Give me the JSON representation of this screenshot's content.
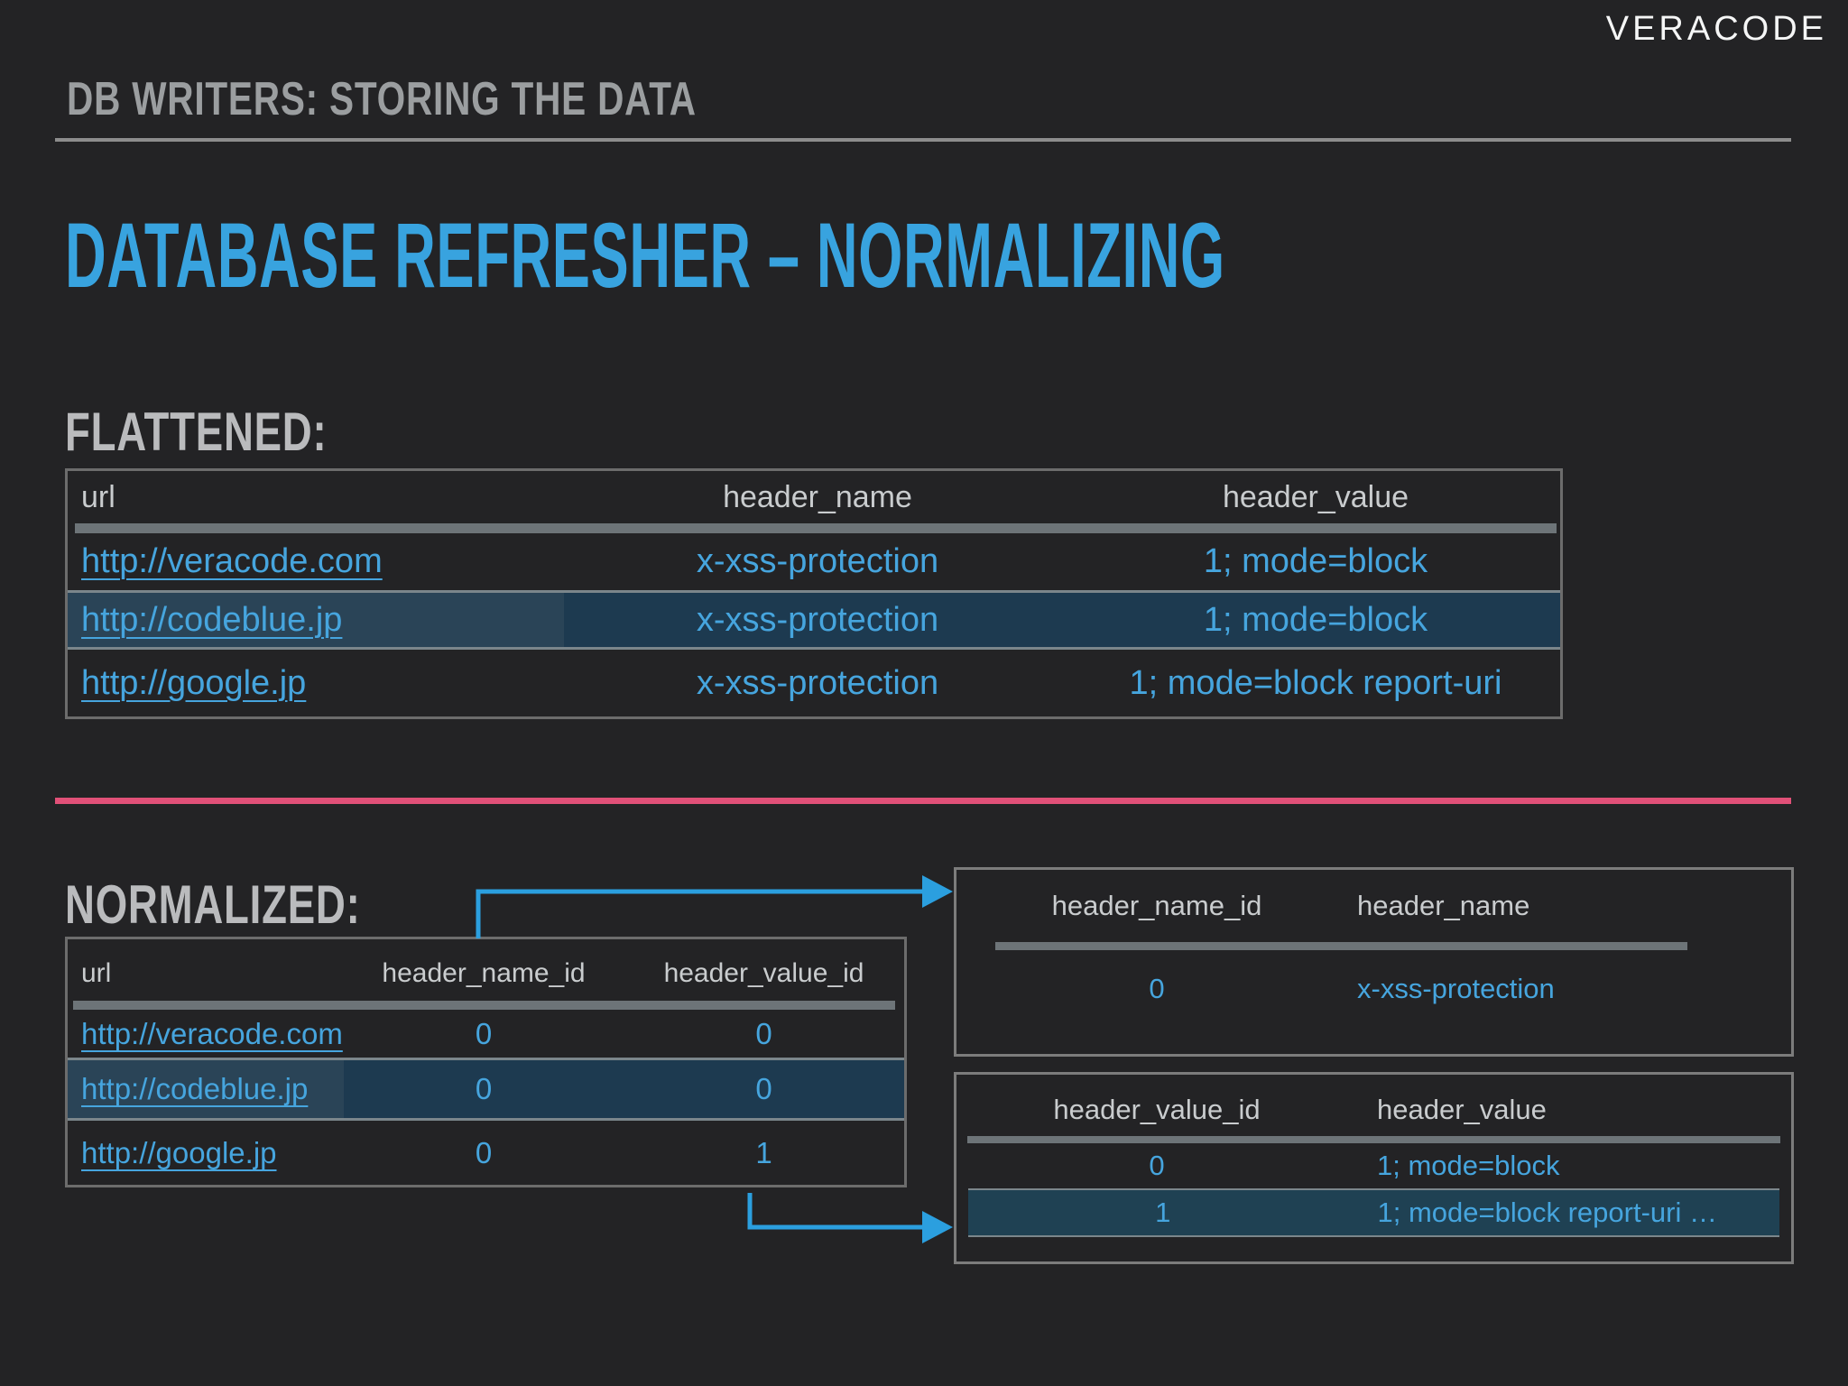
{
  "brand": "VERACODE",
  "kicker": "DB WRITERS: STORING THE DATA",
  "title": "DATABASE REFRESHER – NORMALIZING",
  "flattened": {
    "label": "FLATTENED:",
    "columns": [
      "url",
      "header_name",
      "header_value"
    ],
    "rows": [
      {
        "url": "http://veracode.com",
        "header_name": "x-xss-protection",
        "header_value": "1; mode=block",
        "highlighted": false
      },
      {
        "url": "http://codeblue.jp",
        "header_name": "x-xss-protection",
        "header_value": "1; mode=block",
        "highlighted": true
      },
      {
        "url": "http://google.jp",
        "header_name": "x-xss-protection",
        "header_value": "1; mode=block report-uri",
        "highlighted": false
      }
    ]
  },
  "normalized": {
    "label": "NORMALIZED:",
    "columns": [
      "url",
      "header_name_id",
      "header_value_id"
    ],
    "rows": [
      {
        "url": "http://veracode.com",
        "header_name_id": "0",
        "header_value_id": "0",
        "highlighted": false
      },
      {
        "url": "http://codeblue.jp",
        "header_name_id": "0",
        "header_value_id": "0",
        "highlighted": true
      },
      {
        "url": "http://google.jp",
        "header_name_id": "0",
        "header_value_id": "1",
        "highlighted": false
      }
    ]
  },
  "name_lookup": {
    "columns": [
      "header_name_id",
      "header_name"
    ],
    "rows": [
      {
        "header_name_id": "0",
        "header_name": "x-xss-protection",
        "highlighted": false
      }
    ]
  },
  "value_lookup": {
    "columns": [
      "header_value_id",
      "header_value"
    ],
    "rows": [
      {
        "header_value_id": "0",
        "header_value": "1; mode=block",
        "highlighted": false
      },
      {
        "header_value_id": "1",
        "header_value": "1; mode=block report-uri …",
        "highlighted": true
      }
    ]
  },
  "colors": {
    "background": "#232325",
    "title_blue": "#38a3df",
    "link_blue": "#46a5de",
    "divider_pink": "#e15078",
    "arrow_blue": "#2b9fdf",
    "highlight_row_bg": "#1d3a50",
    "table_border_gray": "#6c6c6c"
  }
}
